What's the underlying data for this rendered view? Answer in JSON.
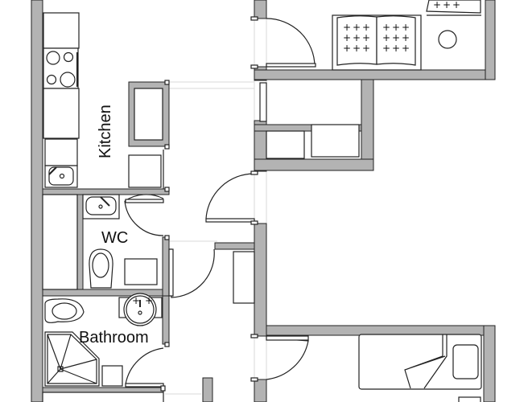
{
  "plan": {
    "rooms": [
      {
        "id": "kitchen",
        "label": "Kitchen"
      },
      {
        "id": "wc",
        "label": "WC"
      },
      {
        "id": "bathroom",
        "label": "Bathroom"
      }
    ],
    "colors": {
      "wall_fill": "#b3b3b3",
      "line": "#222222",
      "background": "#ffffff",
      "guide": "#d8d8d8"
    }
  }
}
